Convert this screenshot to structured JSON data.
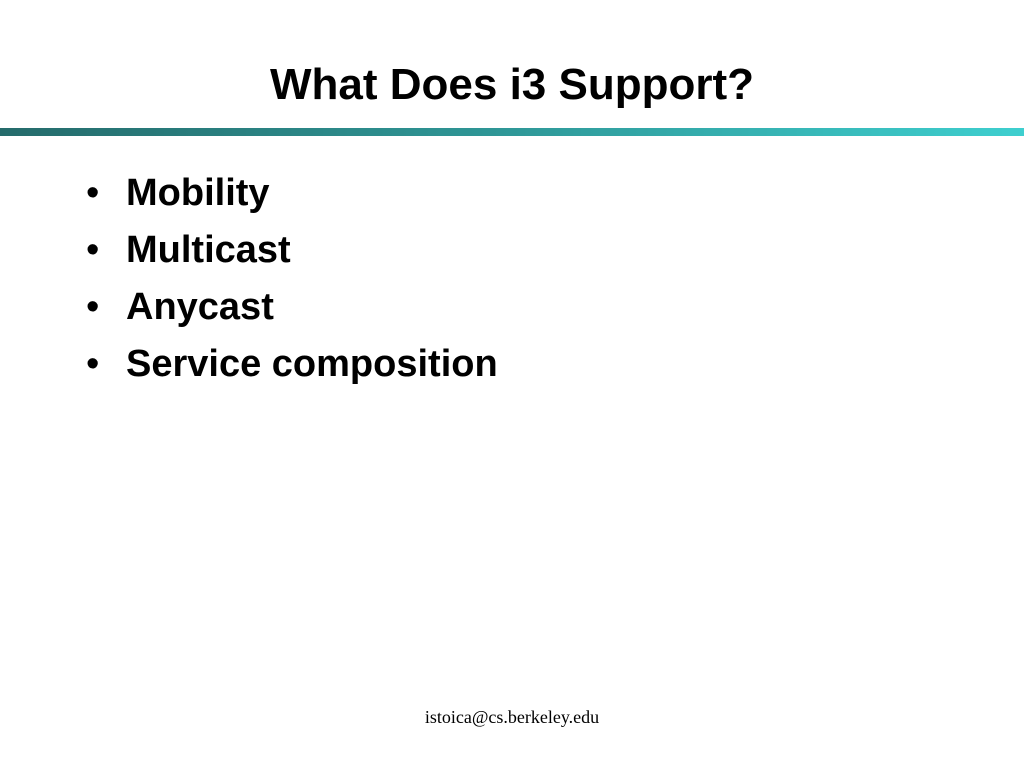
{
  "slide": {
    "title": "What Does i3 Support?",
    "bullet_glyph": "•",
    "bullets": [
      "Mobility",
      "Multicast",
      "Anycast",
      "Service composition"
    ],
    "footer": "istoica@cs.berkeley.edu"
  },
  "colors": {
    "background": "#ffffff",
    "text": "#000000",
    "rule_left": "#256b6b",
    "rule_mid": "#2f9898",
    "rule_right": "#3ecfcf"
  }
}
